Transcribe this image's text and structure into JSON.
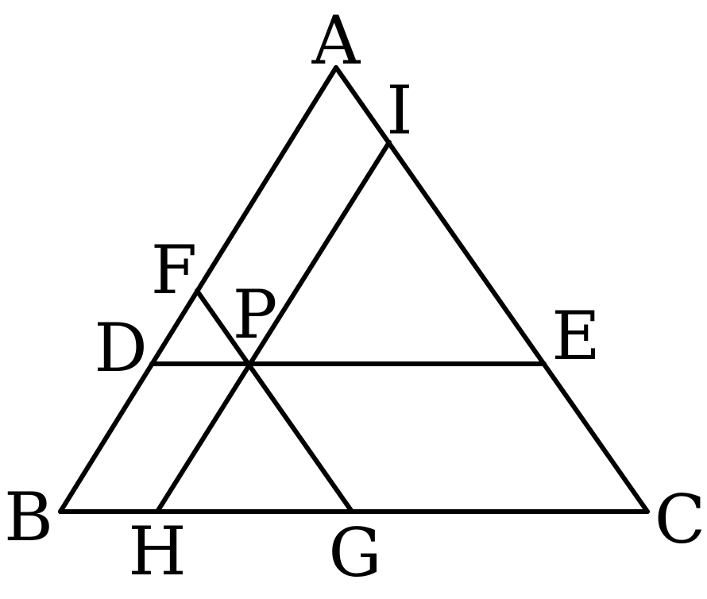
{
  "figure": {
    "points": {
      "A": "A",
      "B": "B",
      "C": "C",
      "D": "D",
      "E": "E",
      "F": "F",
      "G": "G",
      "H": "H",
      "I": "I",
      "P": "P"
    },
    "segments": [
      [
        "A",
        "B"
      ],
      [
        "A",
        "C"
      ],
      [
        "B",
        "C"
      ],
      [
        "D",
        "E"
      ],
      [
        "F",
        "G"
      ],
      [
        "H",
        "I"
      ]
    ],
    "stroke_color": "#000000"
  }
}
